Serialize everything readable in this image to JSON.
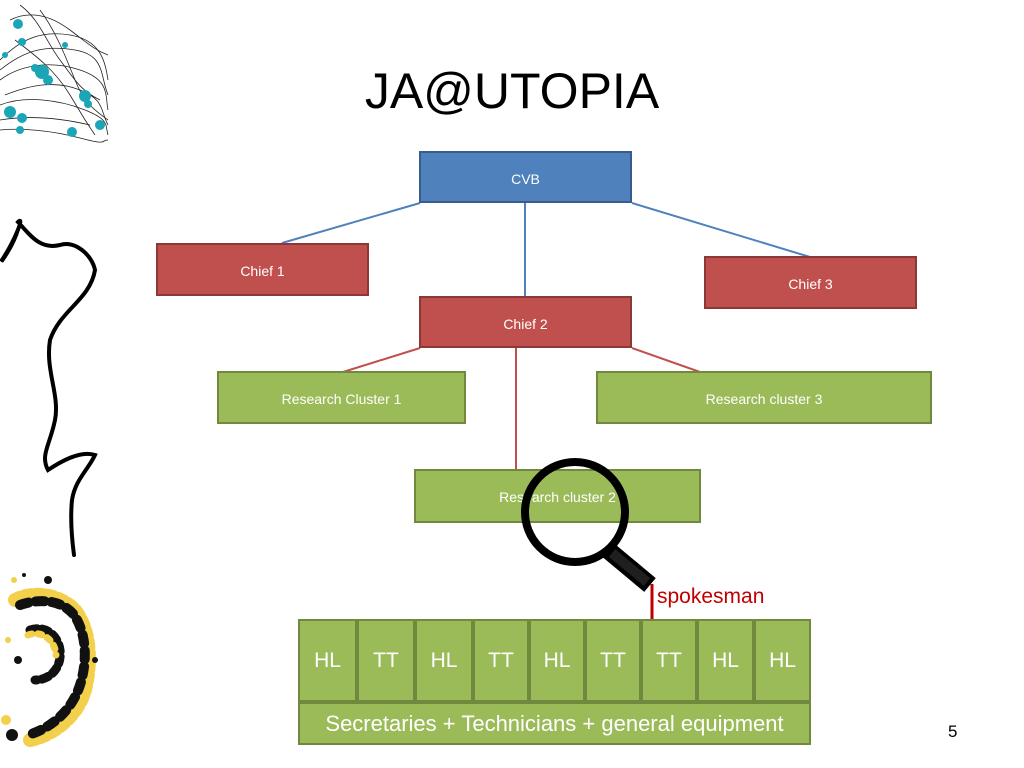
{
  "slide": {
    "title": "JA@UTOPIA",
    "page_number": "5"
  },
  "org_chart": {
    "root": "CVB",
    "chiefs": [
      "Chief 1",
      "Chief 2",
      "Chief 3"
    ],
    "clusters": [
      "Research Cluster 1",
      "Research cluster 2",
      "Research cluster 3"
    ]
  },
  "team": {
    "members": [
      "HL",
      "TT",
      "HL",
      "TT",
      "HL",
      "TT",
      "TT",
      "HL",
      "HL"
    ],
    "support": "Secretaries + Technicians + general equipment",
    "spokesman_label": "spokesman"
  },
  "colors": {
    "root_fill": "#4f81bd",
    "chief_fill": "#c0504d",
    "cluster_fill": "#9bbb59",
    "root_connector": "#4f81bd",
    "chief_connector": "#c0504d",
    "spokesman_text": "#c00000"
  },
  "icons": {
    "magnifier": "magnifying-glass-icon"
  }
}
